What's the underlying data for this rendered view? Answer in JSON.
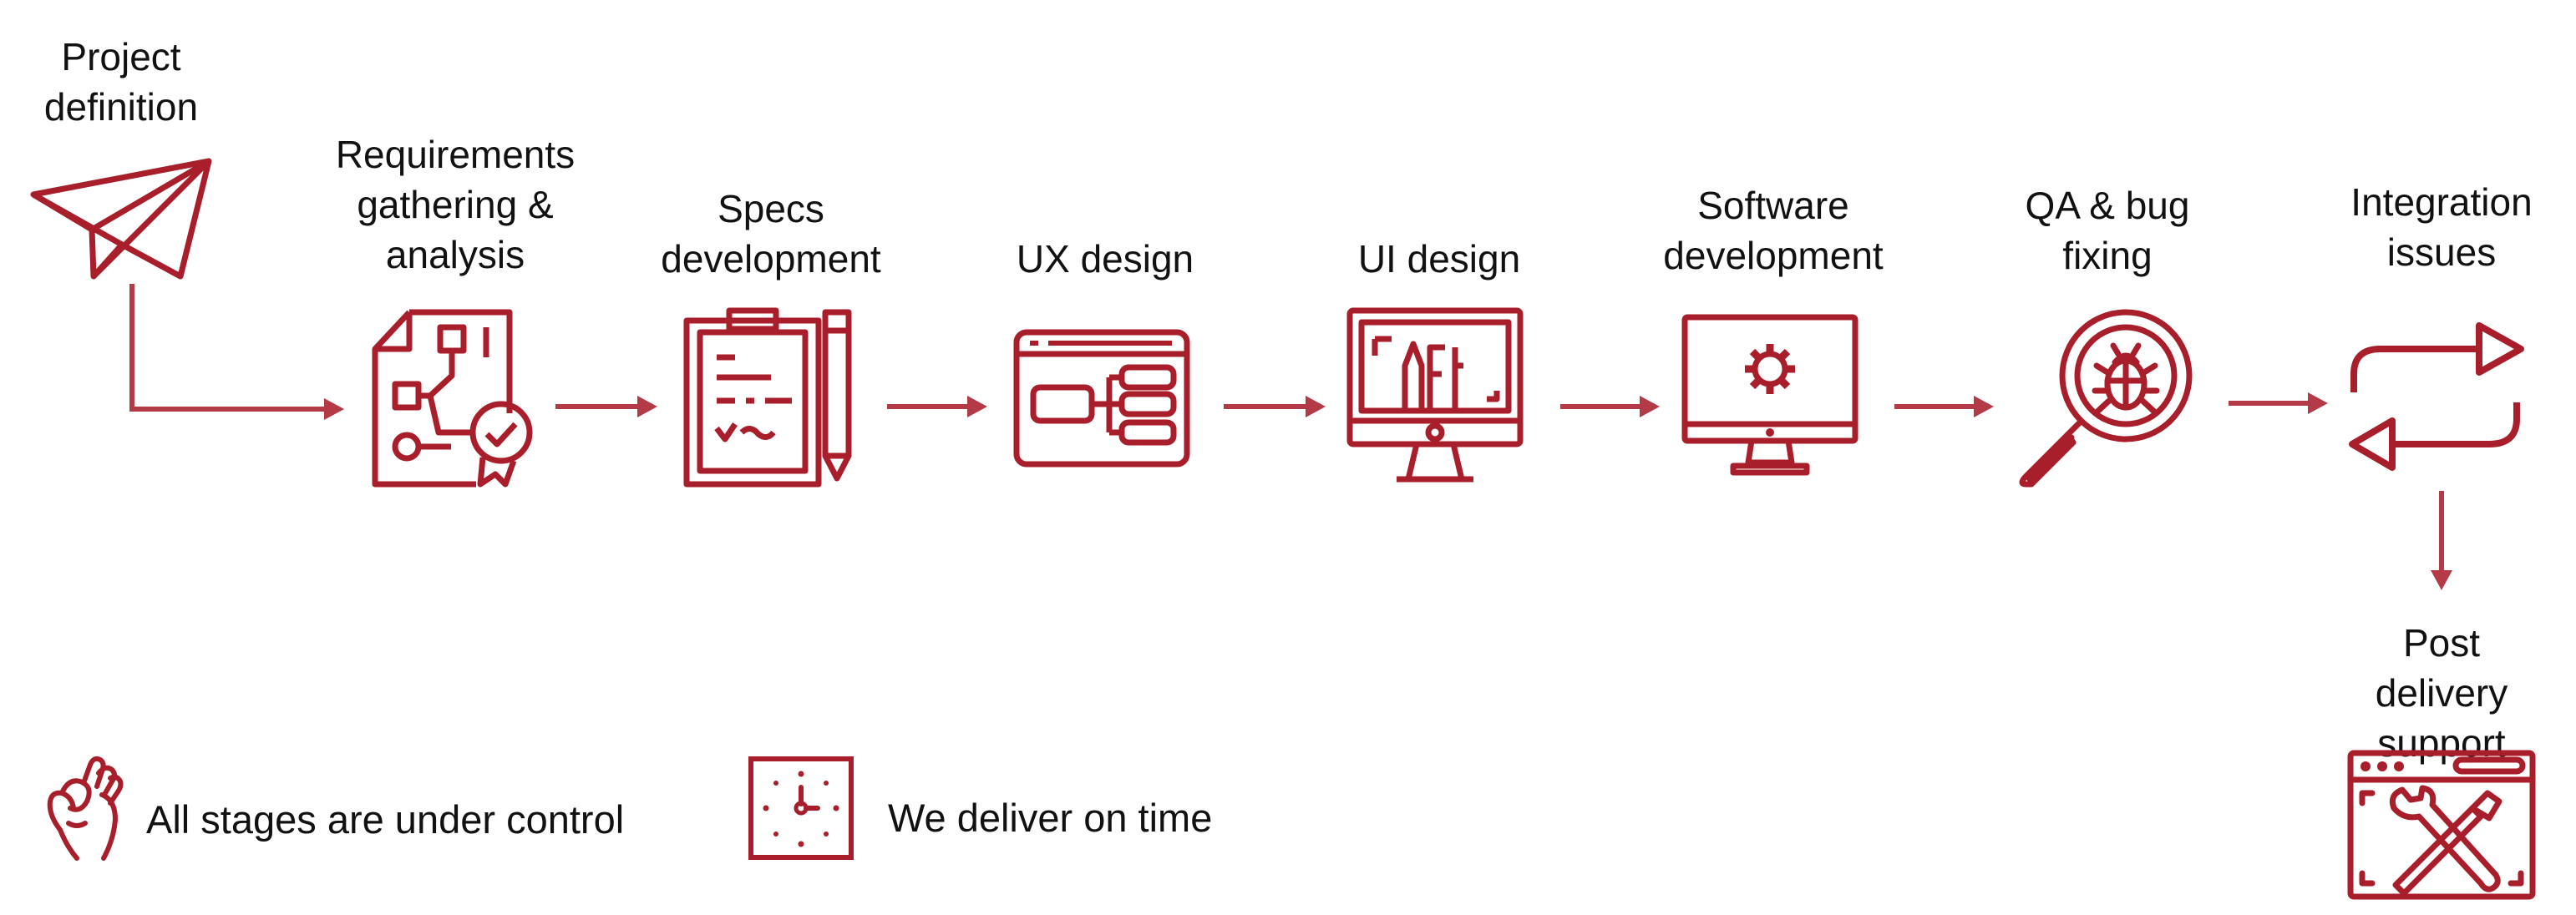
{
  "accent_color": "#a81e2a",
  "steps": [
    {
      "id": "project-definition",
      "label": "Project\ndefinition",
      "icon": "paper-plane-icon"
    },
    {
      "id": "requirements",
      "label": "Requirements\ngathering &\nanalysis",
      "icon": "document-flowchart-check-icon"
    },
    {
      "id": "specs",
      "label": "Specs\ndevelopment",
      "icon": "clipboard-pencil-icon"
    },
    {
      "id": "ux-design",
      "label": "UX design",
      "icon": "browser-sitemap-icon"
    },
    {
      "id": "ui-design",
      "label": "UI design",
      "icon": "monitor-wireframe-icon"
    },
    {
      "id": "software-development",
      "label": "Software\ndevelopment",
      "icon": "monitor-gear-icon"
    },
    {
      "id": "qa",
      "label": "QA & bug\nfixing",
      "icon": "magnifier-bug-icon"
    },
    {
      "id": "integration",
      "label": "Integration\nissues",
      "icon": "arrows-exchange-icon"
    },
    {
      "id": "post-delivery",
      "label": "Post delivery\nsupport",
      "icon": "browser-tools-icon"
    }
  ],
  "footer": {
    "control": {
      "text": "All stages are under control",
      "icon": "ok-hand-icon"
    },
    "time": {
      "text": "We deliver on time",
      "icon": "clock-icon"
    }
  }
}
